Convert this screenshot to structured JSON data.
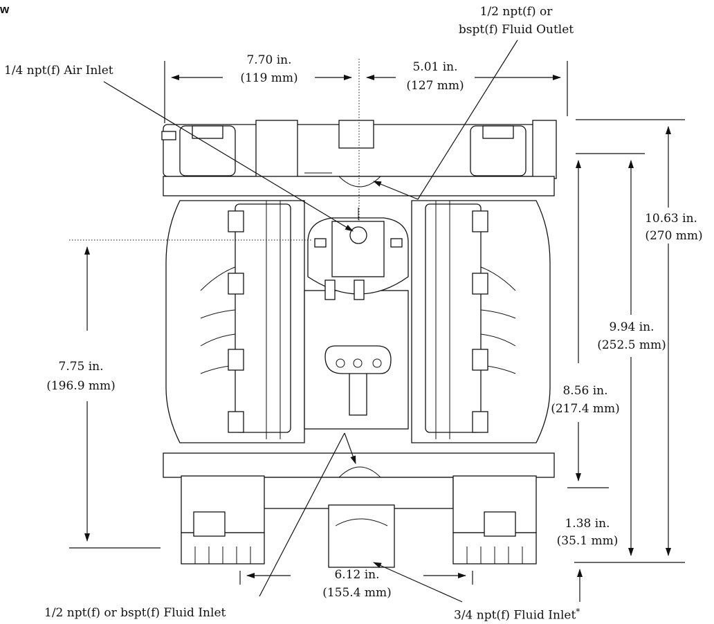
{
  "heading_fragment": "w",
  "labels": {
    "air_inlet": "1/4 npt(f) Air Inlet",
    "fluid_outlet_l1": "1/2 npt(f) or",
    "fluid_outlet_l2": "bspt(f) Fluid Outlet",
    "fluid_inlet_half": "1/2 npt(f) or bspt(f) Fluid Inlet",
    "fluid_inlet_three_quarter": "3/4 npt(f) Fluid Inlet",
    "fluid_inlet_footnote": "*"
  },
  "dimensions": {
    "left_width": {
      "in": "7.70 in.",
      "mm": "(119 mm)"
    },
    "right_width": {
      "in": "5.01 in.",
      "mm": "(127 mm)"
    },
    "total_height": {
      "in": "10.63 in.",
      "mm": "(270 mm)"
    },
    "outlet_height": {
      "in": "9.94 in.",
      "mm": "(252.5 mm)"
    },
    "manifold_height": {
      "in": "8.56 in.",
      "mm": "(217.4 mm)"
    },
    "air_inlet_height": {
      "in": "7.75 in.",
      "mm": "(196.9 mm)"
    },
    "inlet_height": {
      "in": "1.38 in.",
      "mm": "(35.1 mm)"
    },
    "mount_width": {
      "in": "6.12 in.",
      "mm": "(155.4 mm)"
    }
  }
}
